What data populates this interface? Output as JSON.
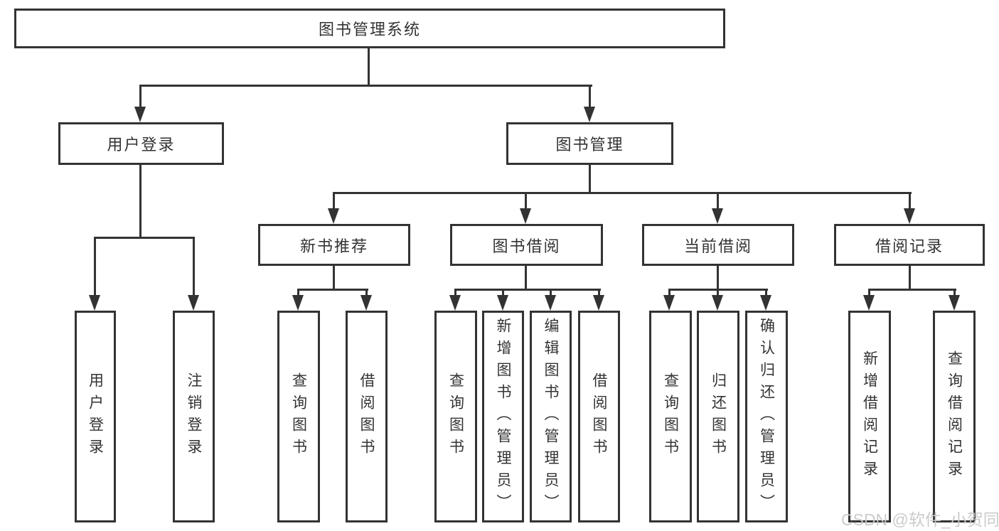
{
  "colors": {
    "line": "#333333",
    "text": "#333333",
    "node_background": "#ffffff",
    "page_background": "#ffffff",
    "watermark": "#c9c9c9"
  },
  "watermark": {
    "text": "CSDN @软件_小贺同学"
  },
  "nodes": {
    "root": {
      "label": "图书管理系统"
    },
    "user_login": {
      "label": "用户登录",
      "children": [
        {
          "label": "用户登录"
        },
        {
          "label": "注销登录"
        }
      ]
    },
    "book_mgmt": {
      "label": "图书管理",
      "children": [
        {
          "label": "新书推荐",
          "children": [
            {
              "label": "查询图书"
            },
            {
              "label": "借阅图书"
            }
          ]
        },
        {
          "label": "图书借阅",
          "children": [
            {
              "label": "查询图书"
            },
            {
              "label": "新增图书（管理员）"
            },
            {
              "label": "编辑图书（管理员）"
            },
            {
              "label": "借阅图书"
            }
          ]
        },
        {
          "label": "当前借阅",
          "children": [
            {
              "label": "查询图书"
            },
            {
              "label": "归还图书"
            },
            {
              "label": "确认归还（管理员）"
            }
          ]
        },
        {
          "label": "借阅记录",
          "children": [
            {
              "label": "新增借阅记录"
            },
            {
              "label": "查询借阅记录"
            }
          ]
        }
      ]
    }
  }
}
